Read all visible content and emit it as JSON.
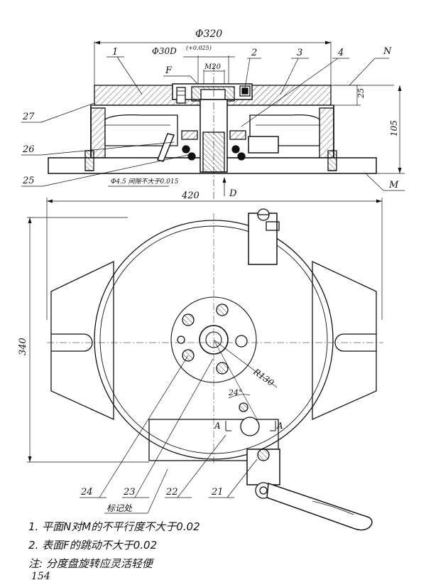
{
  "dimensions": {
    "phi320": "Φ320",
    "phi30": "Φ30D",
    "phi30_tol": "(+0.025)",
    "m20": "M20",
    "d25": "25",
    "d105": "105",
    "d420": "420",
    "d340": "340",
    "r130": "R130",
    "angle24": "24°",
    "clearance": "Φ4.5 间隙不大于0.015"
  },
  "letters": {
    "F": "F",
    "N": "N",
    "M": "M",
    "D": "D",
    "A_left": "A",
    "A_right": "A"
  },
  "callouts": {
    "c1": "1",
    "c2": "2",
    "c3": "3",
    "c4": "4",
    "c27": "27",
    "c26": "26",
    "c25": "25",
    "c24": "24",
    "c23": "23",
    "c22": "22",
    "c21": "21"
  },
  "mark_label": "标记处",
  "notes": {
    "line1": "1. 平面N对M的不平行度不大于0.02",
    "line2": "2. 表面F的跳动不大于0.02",
    "line3": "注: 分度盘旋转应灵活轻便"
  },
  "page_number": "154"
}
